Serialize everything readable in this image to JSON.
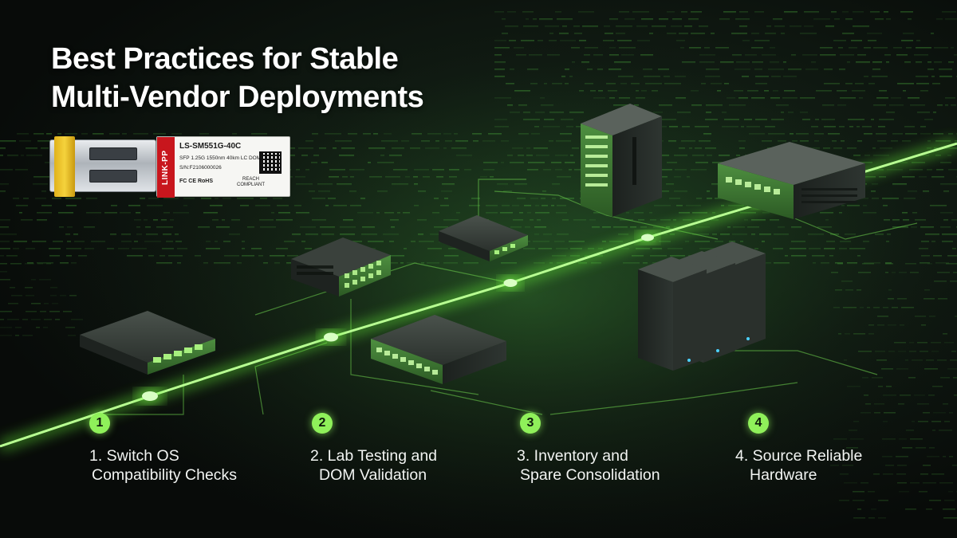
{
  "header": {
    "title_line1": "Best Practices for Stable",
    "title_line2": "Multi-Vendor Deployments"
  },
  "sfp_module": {
    "brand": "LINK-PP",
    "model": "LS-SM551G-40C",
    "spec": "SFP 1.25G 1550nm 40km LC DOM",
    "serial": "S/N:F2106000026",
    "marks": "FC  CE  RoHS",
    "reach_line1": "REACH",
    "reach_line2": "COMPLIANT"
  },
  "steps": [
    {
      "number": "1",
      "line1": "1. Switch OS",
      "line2": "Compatibility Checks"
    },
    {
      "number": "2",
      "line1": "2. Lab Testing and",
      "line2": "DOM Validation"
    },
    {
      "number": "3",
      "line1": "3. Inventory and",
      "line2": "Spare Consolidation"
    },
    {
      "number": "4",
      "line1": "4. Source Reliable",
      "line2": "Hardware"
    }
  ],
  "colors": {
    "accent": "#8ff05a",
    "glow": "#7dff4a",
    "device_body": "#2a302c",
    "device_green": "#3f7a35",
    "background": "#0b0e0c"
  }
}
